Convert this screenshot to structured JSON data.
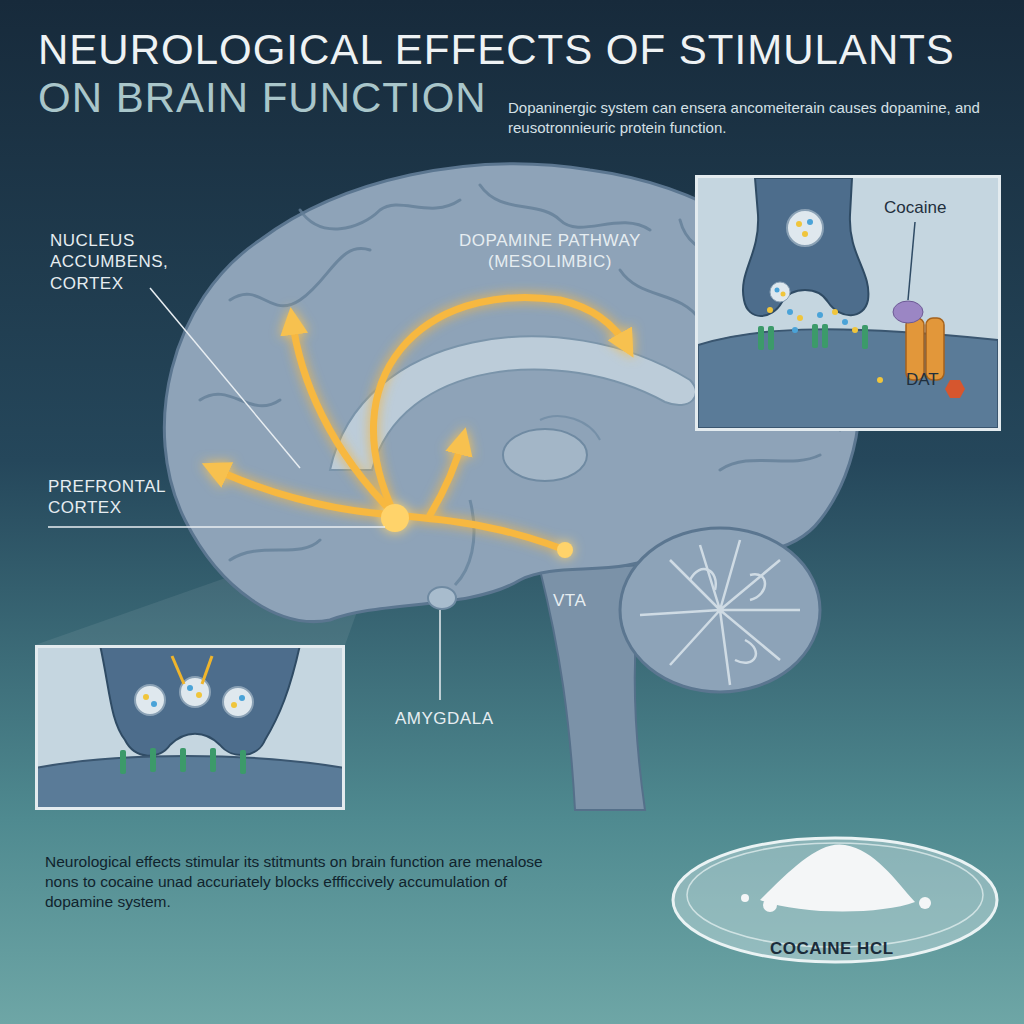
{
  "diagram": {
    "title": "NEUROLOGICAL EFFECTS OF STIMULANTS ON BRAIN FUNCTION",
    "caption": "Neurological effects stimular its stitmunts on brain function are menalose nons to cocaine unad accuriately blocks effficcively accumulation of dopamine system.",
    "nodes": [
      {
        "text": [
          "Cocaine",
          "DAT"
        ]
      }
    ],
    "labels": [
      "Dopaninergic system can ensera ancomeiterain causes dopamine, and reusotronnieuric protein function.",
      "NUCLEUS ACCUMBENS, CORTEX",
      "DOPAMINE PATHWAY (MESOLIMBIC)",
      "PREFRONTAL CORTEX",
      "VTA",
      "AMYGDALA",
      "COCAINE HCL"
    ]
  }
}
